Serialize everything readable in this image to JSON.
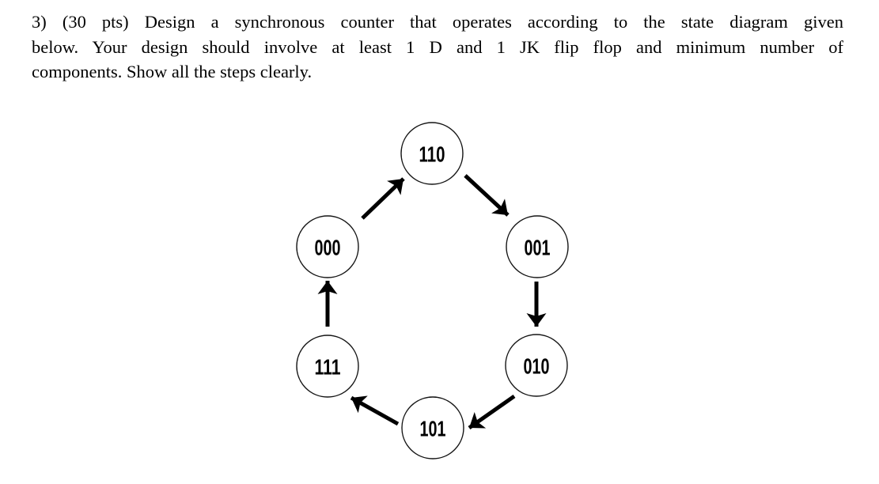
{
  "page": {
    "background": "#ffffff",
    "text_color": "#000000"
  },
  "problem": {
    "lines": [
      "3) (30 pts) Design a synchronous counter that operates according to the state diagram given",
      "below. Your design should involve at least 1 D and 1 JK flip flop and minimum number of",
      "components. Show all the steps clearly."
    ]
  },
  "diagram": {
    "type": "state-diagram",
    "nodes": [
      {
        "id": "000",
        "label": "000"
      },
      {
        "id": "110",
        "label": "110"
      },
      {
        "id": "001",
        "label": "001"
      },
      {
        "id": "010",
        "label": "010"
      },
      {
        "id": "101",
        "label": "101"
      },
      {
        "id": "111",
        "label": "111"
      }
    ],
    "transitions": [
      {
        "from": "000",
        "to": "110"
      },
      {
        "from": "110",
        "to": "001"
      },
      {
        "from": "001",
        "to": "010"
      },
      {
        "from": "010",
        "to": "101"
      },
      {
        "from": "101",
        "to": "111"
      },
      {
        "from": "111",
        "to": "000"
      }
    ],
    "cycle": "000 → 110 → 001 → 010 → 101 → 111 → 000",
    "line_color": "#000000",
    "node_fill": "#ffffff",
    "node_stroke": "#141414"
  }
}
